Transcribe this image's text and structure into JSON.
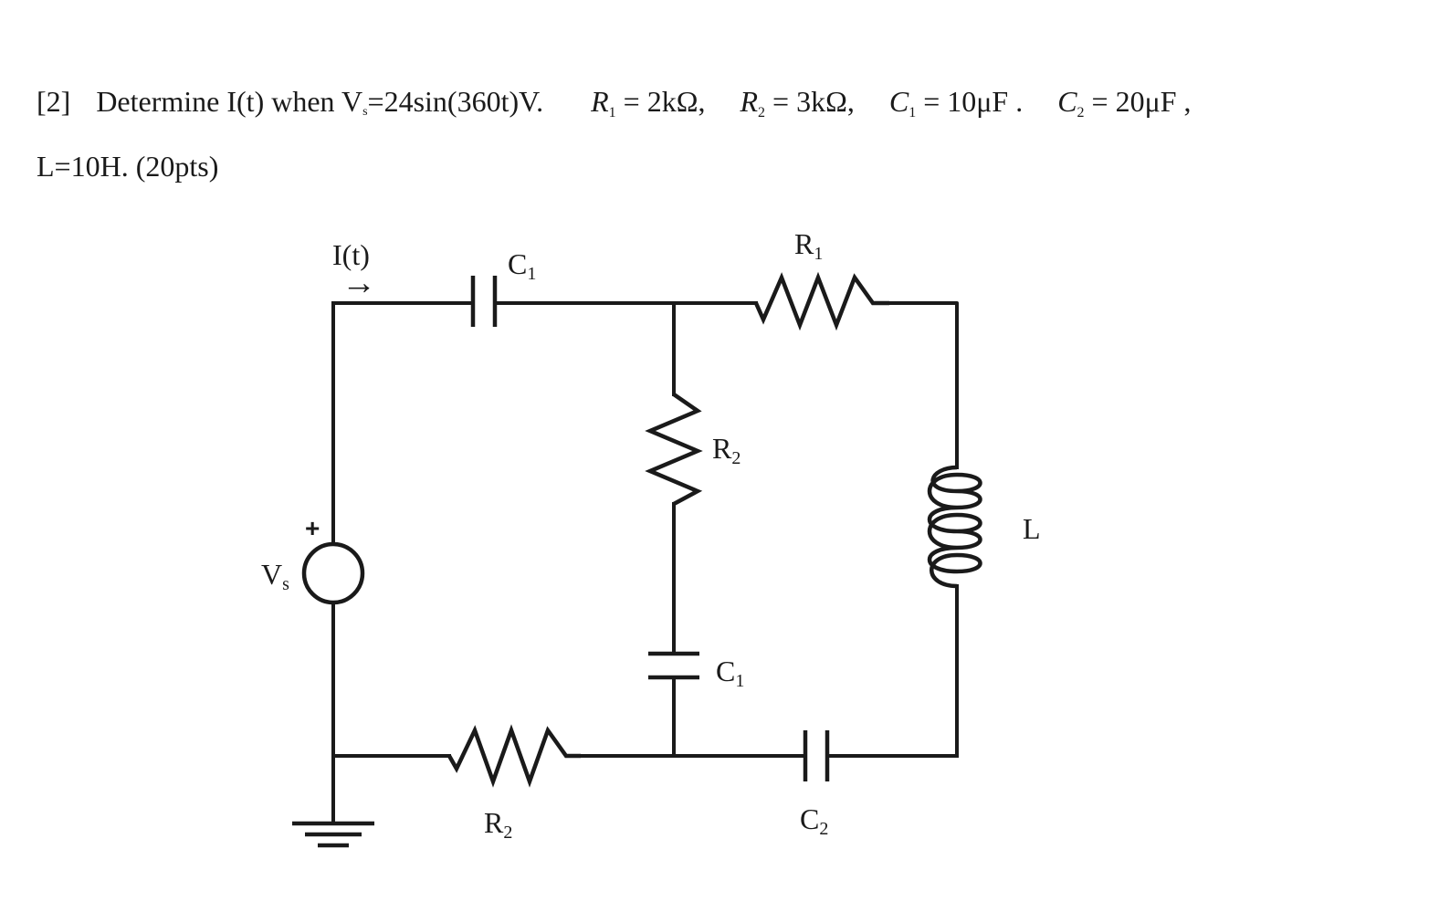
{
  "problem": {
    "number": "[2]",
    "prompt_prefix": "Determine I(t) when V",
    "vs_subscript": "s",
    "vs_expr": "=24sin(360t)V.",
    "r1_sym": "R",
    "r1_sub": "1",
    "r1_val": "= 2kΩ,",
    "r2_sym": "R",
    "r2_sub": "2",
    "r2_val": "= 3kΩ,",
    "c1_sym": "C",
    "c1_sub": "1",
    "c1_val": "= 10μF .",
    "c2_sym": "C",
    "c2_sub": "2",
    "c2_val": "= 20μF ,",
    "line2": "L=10H. (20pts)"
  },
  "circuit": {
    "current_label": "I(t)",
    "current_arrow": "→",
    "source_plus": "+",
    "source_label": "V",
    "source_sub": "s",
    "c1_top": {
      "base": "C",
      "sub": "1"
    },
    "r1_top": {
      "base": "R",
      "sub": "1"
    },
    "r2_mid": {
      "base": "R",
      "sub": "2"
    },
    "c1_mid": {
      "base": "C",
      "sub": "1"
    },
    "inductor": {
      "base": "L"
    },
    "r2_bottom": {
      "base": "R",
      "sub": "2"
    },
    "c2_bottom": {
      "base": "C",
      "sub": "2"
    }
  }
}
